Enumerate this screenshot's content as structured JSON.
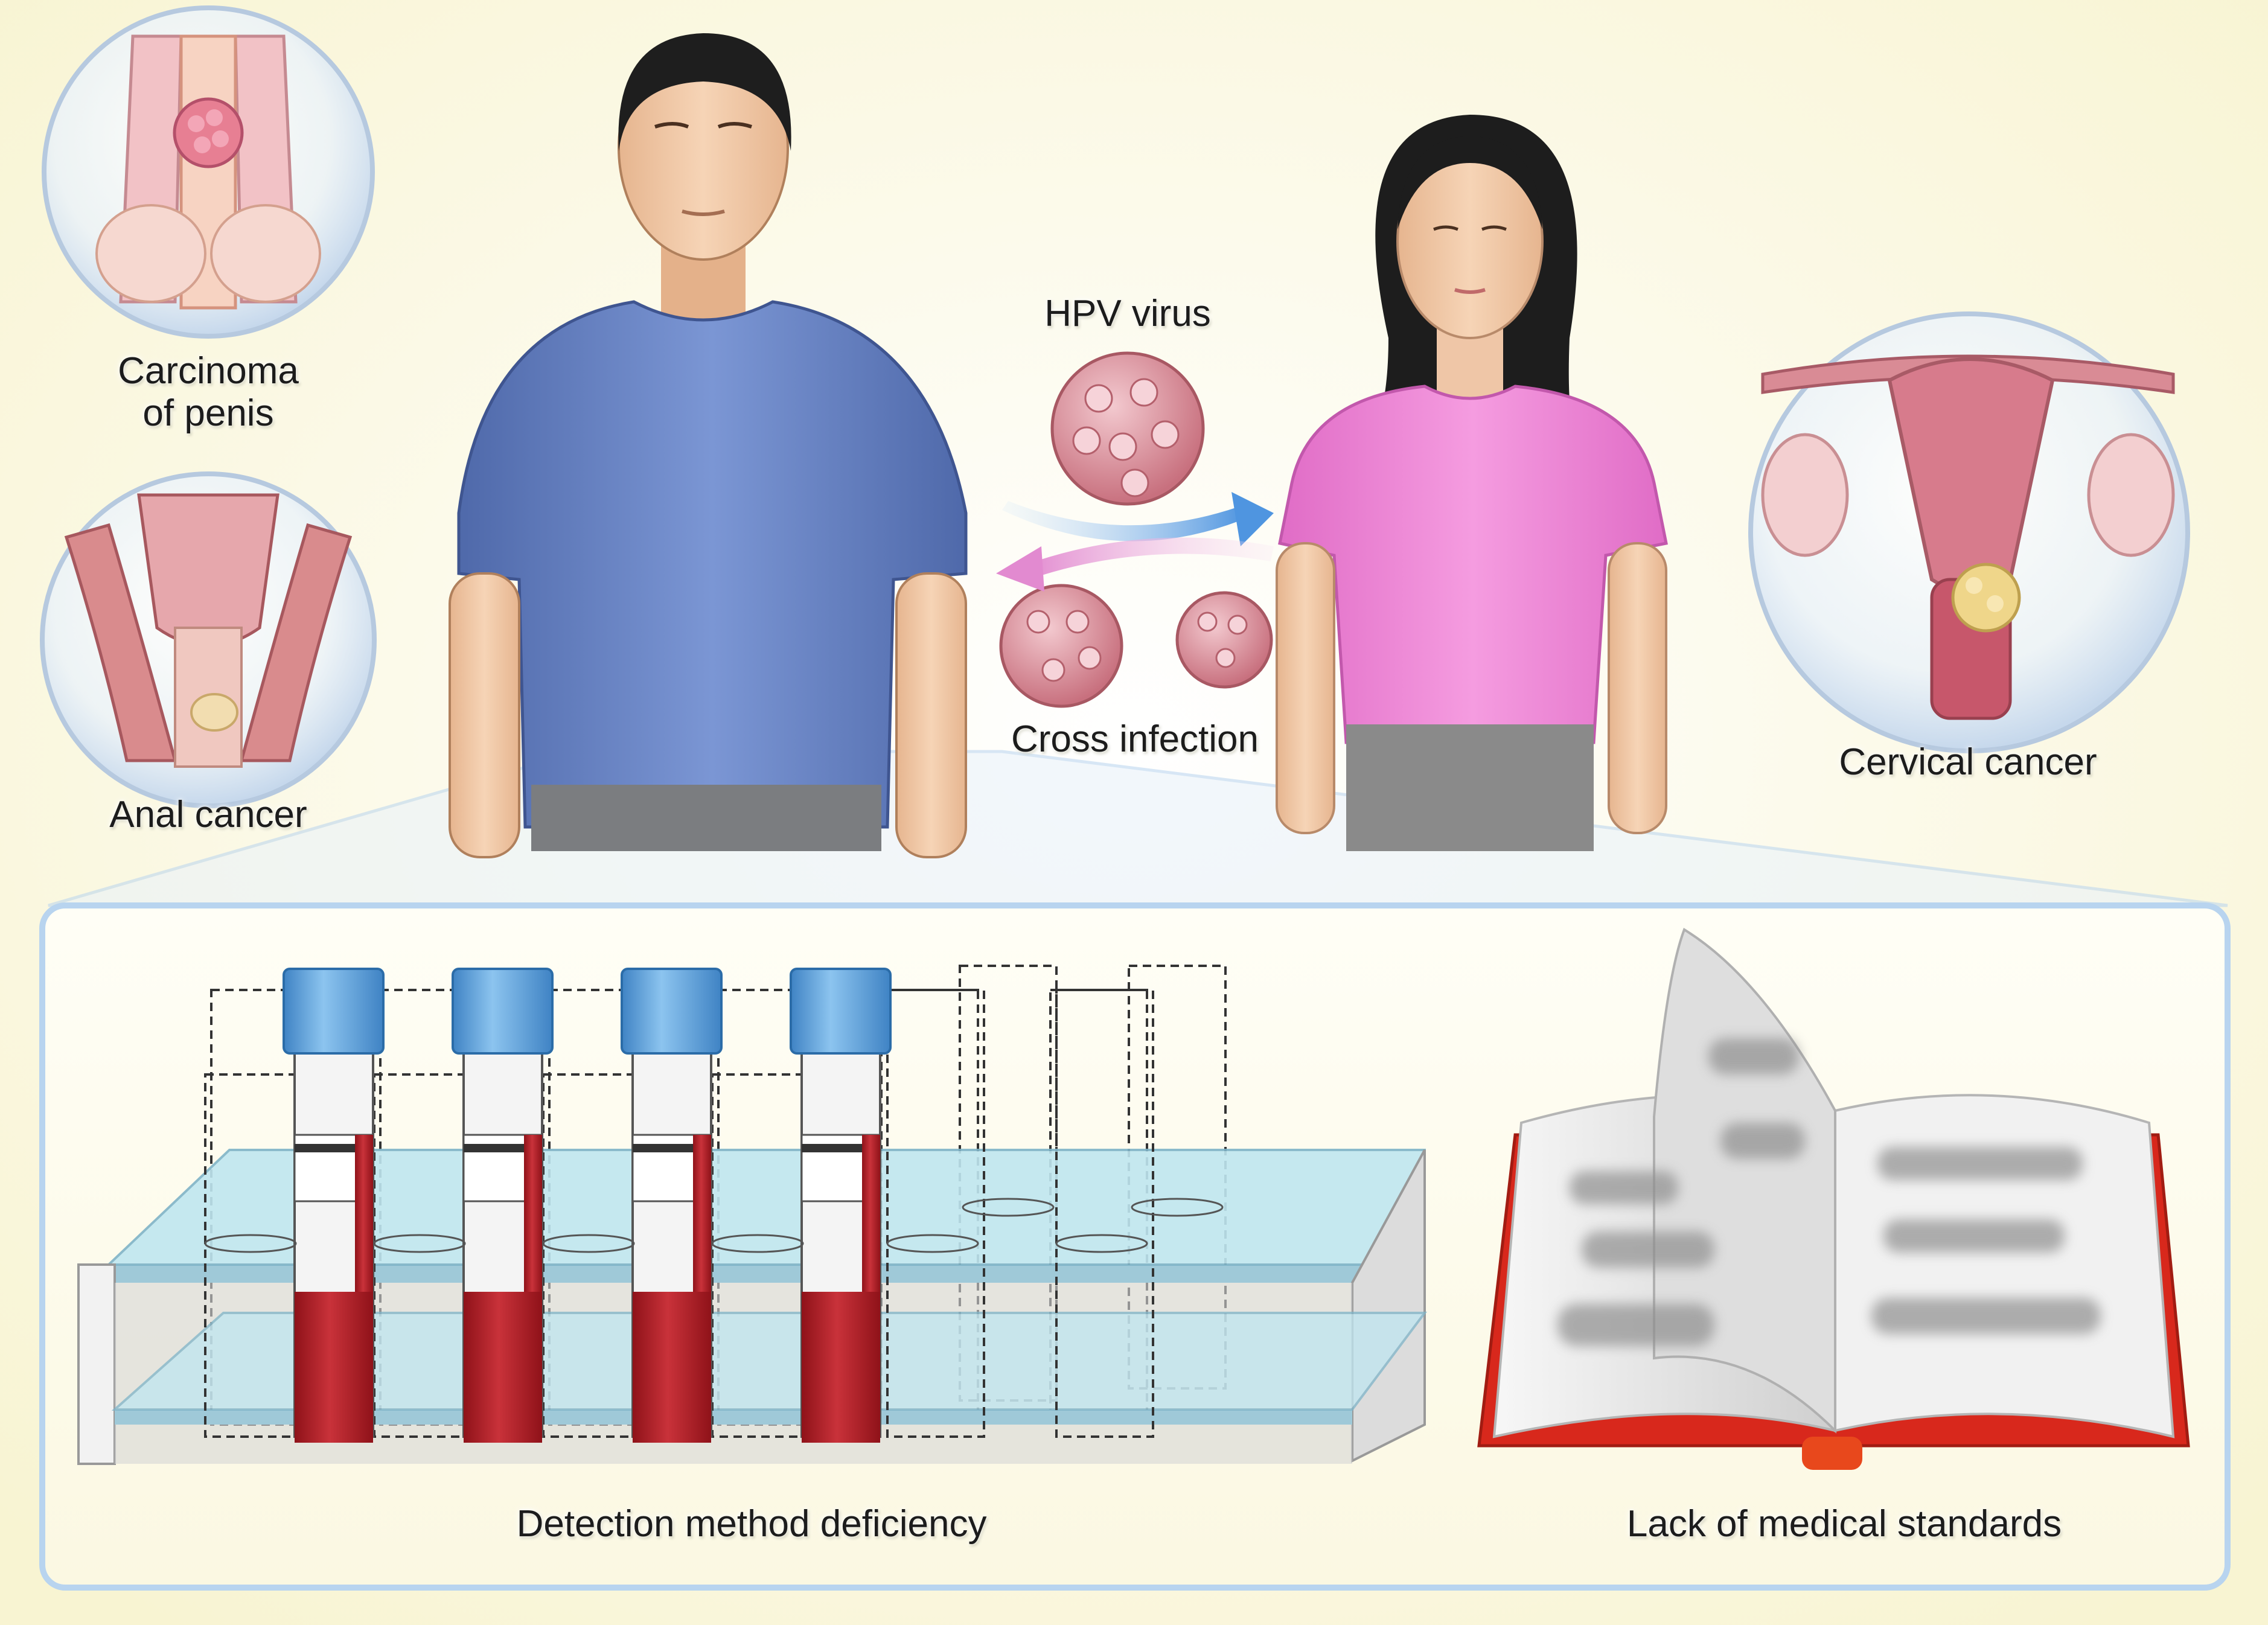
{
  "colors": {
    "background": "#fdfbe9",
    "male_shirt": "#6b87c6",
    "female_shirt": "#ee86d6",
    "virus": "#d98a95",
    "arrow_to_female": "#6aa8e6",
    "arrow_to_male": "#ea9ad8",
    "tube_cap": "#5b9fd8",
    "blood": "#b5202a",
    "rack": "#bfe6f0",
    "book_cover": "#d8281c"
  },
  "icons": [
    "male-figure-icon",
    "female-figure-icon",
    "hpv-virus-icon",
    "test-tube-icon",
    "book-icon"
  ],
  "labels": {
    "carcinoma_of_penis": [
      "Carcinoma",
      "of penis"
    ],
    "anal_cancer": "Anal cancer",
    "cervical_cancer": "Cervical cancer",
    "hpv_virus": "HPV virus",
    "cross_infection": "Cross infection",
    "detection_method_deficiency": "Detection method deficiency",
    "lack_of_medical_standards": "Lack of medical standards"
  }
}
